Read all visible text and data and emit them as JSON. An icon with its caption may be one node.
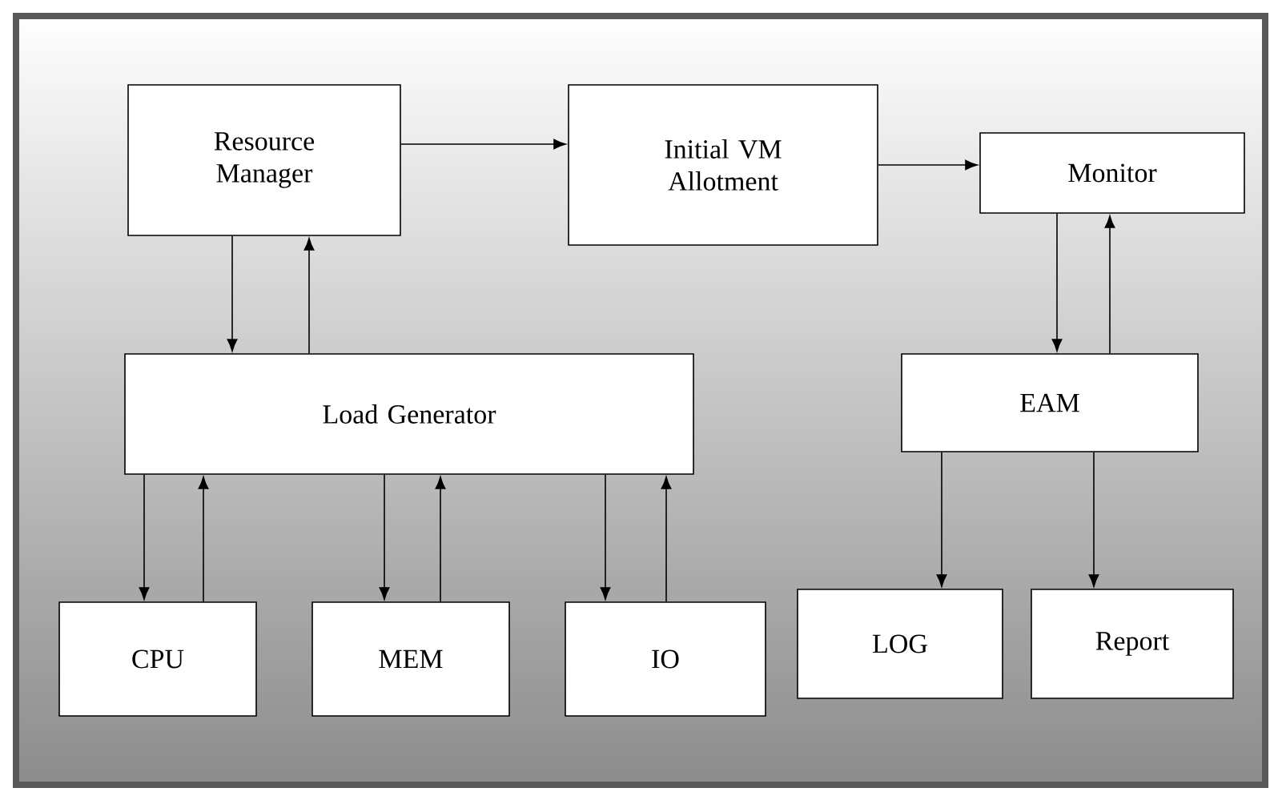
{
  "diagram": {
    "nodes": [
      {
        "text": [
          "Resource Manager"
        ]
      },
      {
        "text": [
          "Initial VM Allotment"
        ]
      },
      {
        "text": [
          "Monitor"
        ]
      },
      {
        "text": [
          "Load Generator"
        ]
      },
      {
        "text": [
          "EAM"
        ]
      },
      {
        "text": [
          "CPU"
        ]
      },
      {
        "text": [
          "MEM"
        ]
      },
      {
        "text": [
          "IO"
        ]
      },
      {
        "text": [
          "LOG"
        ]
      },
      {
        "text": [
          "Report"
        ]
      }
    ],
    "edges": [
      {
        "from": 0,
        "to": 1,
        "arrow": "to"
      },
      {
        "from": 1,
        "to": 2,
        "arrow": "to"
      },
      {
        "from": 0,
        "to": 3,
        "arrow": "to"
      },
      {
        "from": 3,
        "to": 0,
        "arrow": "to"
      },
      {
        "from": 2,
        "to": 4,
        "arrow": "to"
      },
      {
        "from": 4,
        "to": 2,
        "arrow": "to"
      },
      {
        "from": 3,
        "to": 5,
        "arrow": "to"
      },
      {
        "from": 5,
        "to": 3,
        "arrow": "to"
      },
      {
        "from": 3,
        "to": 6,
        "arrow": "to"
      },
      {
        "from": 6,
        "to": 3,
        "arrow": "to"
      },
      {
        "from": 3,
        "to": 7,
        "arrow": "to"
      },
      {
        "from": 7,
        "to": 3,
        "arrow": "to"
      },
      {
        "from": 4,
        "to": 8,
        "arrow": "to"
      },
      {
        "from": 4,
        "to": 9,
        "arrow": "to"
      }
    ]
  }
}
